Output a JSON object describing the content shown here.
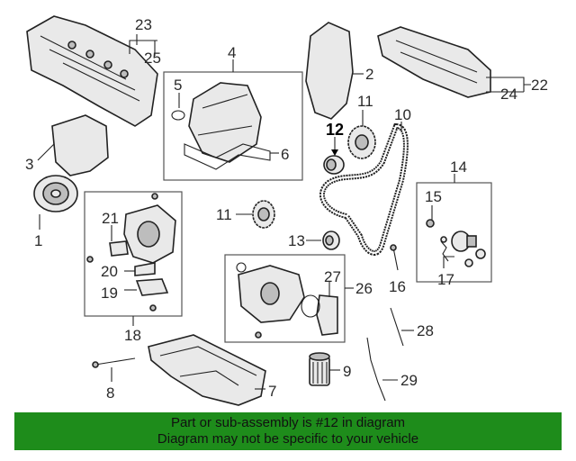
{
  "callouts": {
    "c1": "1",
    "c2": "2",
    "c3": "3",
    "c4": "4",
    "c5": "5",
    "c6": "6",
    "c7": "7",
    "c8": "8",
    "c9": "9",
    "c10": "10",
    "c11a": "11",
    "c11b": "11",
    "c12": "12",
    "c13": "13",
    "c14": "14",
    "c15": "15",
    "c16": "16",
    "c17": "17",
    "c18": "18",
    "c19": "19",
    "c20": "20",
    "c21": "21",
    "c22": "22",
    "c23": "23",
    "c24": "24",
    "c25": "25",
    "c26": "26",
    "c27": "27",
    "c28": "28",
    "c29": "29"
  },
  "highlighted_part": "12",
  "banner": {
    "line1": "Part or sub-assembly is #12 in diagram",
    "line2": "Diagram may not be specific to your vehicle",
    "background": "#1e8c1b"
  }
}
